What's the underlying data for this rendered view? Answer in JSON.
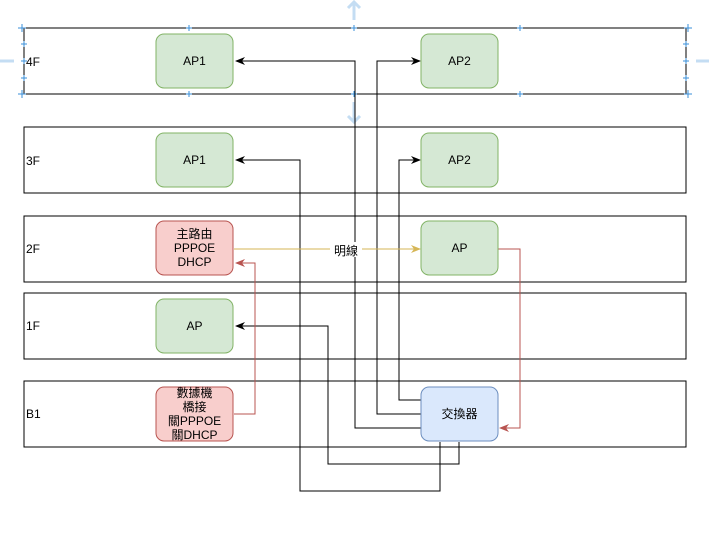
{
  "floors": [
    {
      "id": "4f",
      "label": "4F"
    },
    {
      "id": "3f",
      "label": "3F"
    },
    {
      "id": "2f",
      "label": "2F"
    },
    {
      "id": "1f",
      "label": "1F"
    },
    {
      "id": "b1",
      "label": "B1"
    }
  ],
  "nodes": {
    "ap4_1": {
      "lines": [
        "AP1"
      ],
      "style": "green"
    },
    "ap4_2": {
      "lines": [
        "AP2"
      ],
      "style": "green"
    },
    "ap3_1": {
      "lines": [
        "AP1"
      ],
      "style": "green"
    },
    "ap3_2": {
      "lines": [
        "AP2"
      ],
      "style": "green"
    },
    "router2": {
      "lines": [
        "主路由",
        "PPPOE",
        "DHCP"
      ],
      "style": "red"
    },
    "ap2": {
      "lines": [
        "AP"
      ],
      "style": "green"
    },
    "ap1": {
      "lines": [
        "AP"
      ],
      "style": "green"
    },
    "modem": {
      "lines": [
        "數據機",
        "橋接",
        "關PPPOE",
        "關DHCP"
      ],
      "style": "red"
    },
    "switch": {
      "lines": [
        "交換器"
      ],
      "style": "blue"
    }
  },
  "edge_label": "明線",
  "colors": {
    "green_fill": "#d5e8d4",
    "green_stroke": "#82b366",
    "red_fill": "#f8cecc",
    "red_stroke": "#b85450",
    "blue_fill": "#dae8fc",
    "blue_stroke": "#6c8ebf",
    "yellow_line": "#d6b656",
    "red_line": "#b85450",
    "black_line": "#000000",
    "selection": "#3a8fd8"
  }
}
